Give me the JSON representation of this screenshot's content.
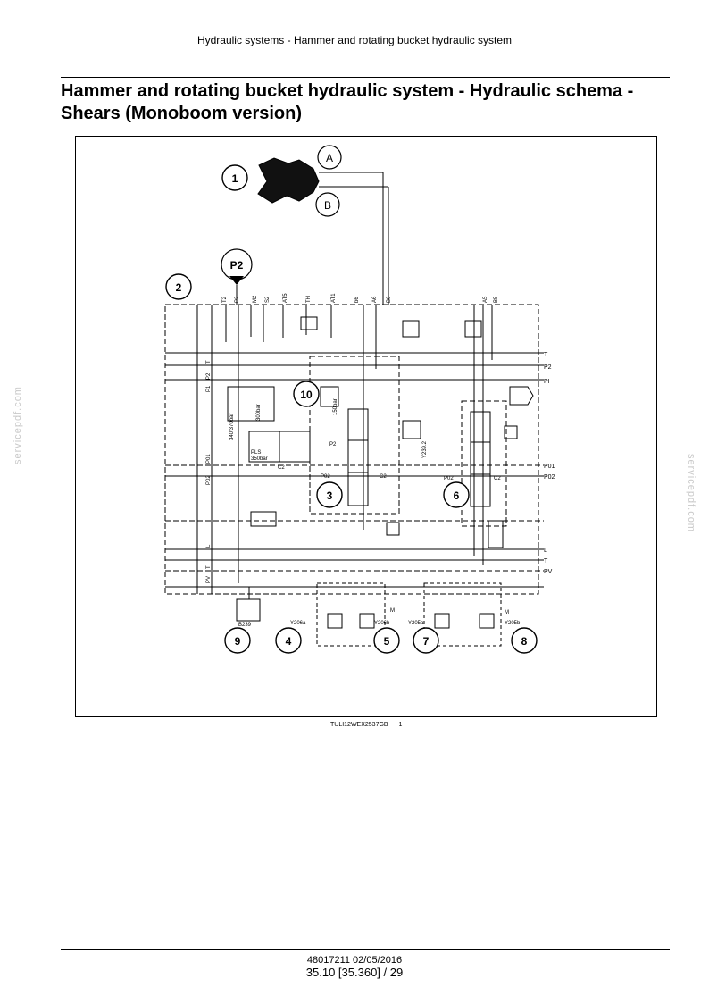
{
  "header": {
    "section": "Hydraulic systems - Hammer and rotating bucket hydraulic system"
  },
  "title": "Hammer and rotating bucket hydraulic system - Hydraulic schema - Shears (Monoboom version)",
  "figure": {
    "callouts": [
      "1",
      "2",
      "3",
      "4",
      "5",
      "6",
      "7",
      "8",
      "9",
      "10"
    ],
    "ports": {
      "a": "A",
      "b": "B",
      "p2": "P2"
    },
    "line_labels": {
      "t": "T",
      "p2": "P2",
      "p1": "PI",
      "p01": "P01",
      "p02": "P02",
      "l": "L",
      "pv": "PV"
    },
    "top_labels": [
      "T2",
      "P2",
      "M2",
      "S2",
      "AT5",
      "TH",
      "AT1",
      "b6",
      "A6",
      "B6",
      "A5",
      "B5"
    ],
    "left_labels": [
      "T",
      "P2",
      "P1",
      "P01",
      "P02",
      "L",
      "T",
      "PV"
    ],
    "component_labels": {
      "pls": "PLS",
      "pls_value": "350bar",
      "relief_300": "300bar",
      "relief_340": "340/370bar",
      "relief_150": "150bar",
      "p02_a": "P02",
      "p02_b": "P02",
      "c2_a": "C2",
      "c2_b": "C2",
      "c2_c": "C2",
      "p2_inner": "P2",
      "y239": "Y239.2",
      "b239": "B239",
      "y206a": "Y206a",
      "y206b": "Y206b",
      "y205a": "Y205a",
      "y205b": "Y205b",
      "m_a": "M",
      "m_b": "M"
    },
    "code": "TULI12WEX2537GB",
    "number": "1"
  },
  "watermark": "servicepdf.com",
  "footer": {
    "doc_code": "48017211 02/05/2016",
    "page": "35.10 [35.360] / 29"
  }
}
